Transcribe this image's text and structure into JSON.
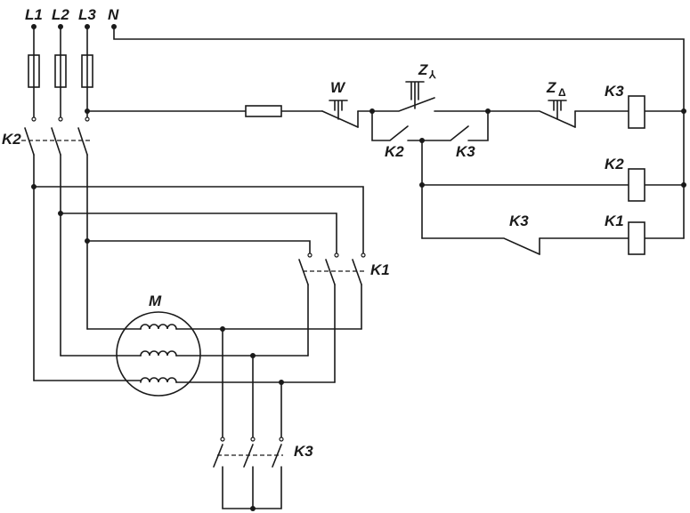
{
  "supply": {
    "l1": "L1",
    "l2": "L2",
    "l3": "L3",
    "n": "N"
  },
  "motor": {
    "label": "M"
  },
  "buttons": {
    "stop": "W",
    "star": "Z",
    "star_symbol": "⅄",
    "delta": "Z",
    "delta_symbol": "Δ"
  },
  "contactors": {
    "main": "K2",
    "delta": "K1",
    "star": "K3"
  },
  "control": {
    "hold_contact": "K2",
    "interlock_contact": "K3",
    "nc_contact": "K3",
    "coil_top": "K3",
    "coil_mid": "K2",
    "coil_bottom": "K1"
  }
}
